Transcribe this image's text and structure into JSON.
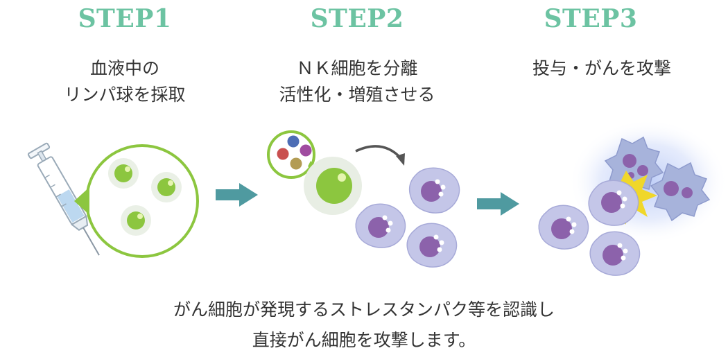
{
  "steps": [
    {
      "title": "STEP1",
      "line1": "血液中の",
      "line2": "リンパ球を採取"
    },
    {
      "title": "STEP2",
      "line1": "ＮＫ細胞を分離",
      "line2": "活性化・増殖させる"
    },
    {
      "title": "STEP3",
      "line1": "投与・がんを攻撃",
      "line2": ""
    }
  ],
  "footer": {
    "line1": "がん細胞が発現するストレスタンパク等を認識し",
    "line2": "直接がん細胞を攻撃します。"
  },
  "colors": {
    "step_title": "#6cc3a2",
    "arrow": "#4f9aa0",
    "lymph_green": "#8cc63f",
    "nk_cell_fill": "#c4c6e8",
    "nucleus": "#8c62ab",
    "cancer_cell": "#a7b3db",
    "spark": "#f0d72a"
  },
  "icons": [
    "syringe-icon",
    "arrow-right-icon",
    "curved-arrow-icon"
  ]
}
